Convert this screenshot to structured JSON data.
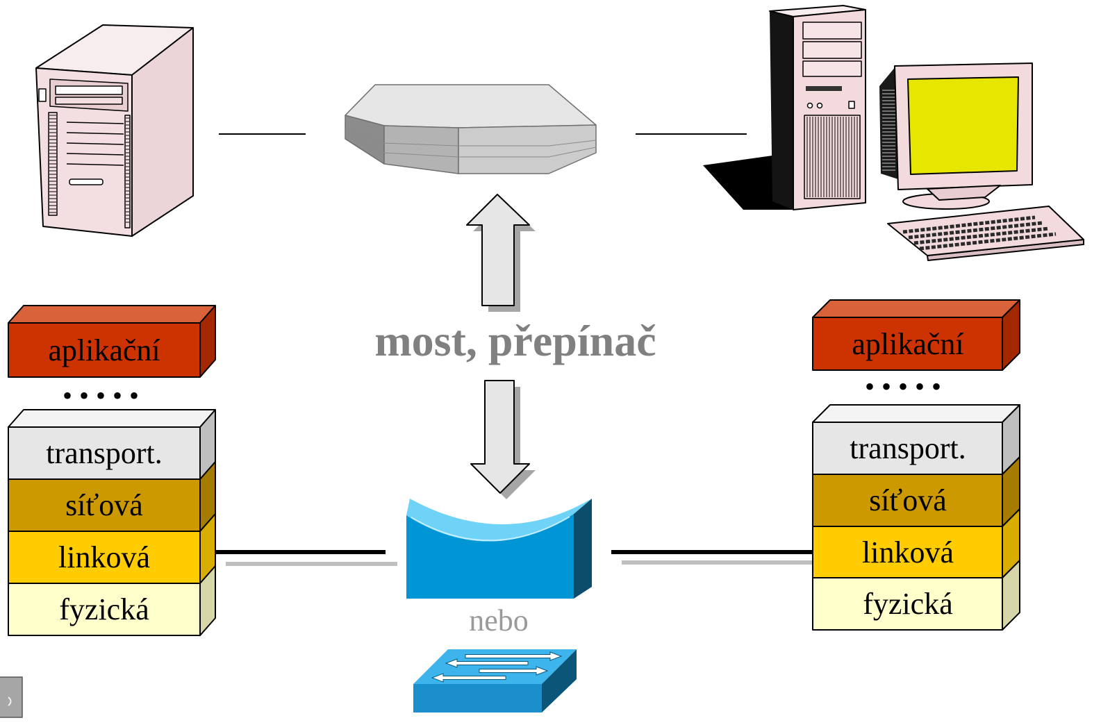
{
  "left_stack": {
    "application": "aplikační",
    "dots": "• • • • •",
    "transport": "transport.",
    "network": "síťová",
    "link": "linková",
    "physical": "fyzická"
  },
  "right_stack": {
    "application": "aplikační",
    "dots": "• • • • •",
    "transport": "transport.",
    "network": "síťová",
    "link": "linková",
    "physical": "fyzická"
  },
  "center": {
    "device_label": "most, přepínač",
    "or_label": "nebo"
  },
  "icons": {
    "server": "server-icon",
    "bridge_device": "bridge-device-icon",
    "workstation": "workstation-icon",
    "bridge_symbol": "bridge-symbol-icon",
    "switch_symbol": "switch-symbol-icon",
    "arrow_up": "arrow-up-icon",
    "arrow_down": "arrow-down-icon"
  },
  "colors": {
    "application": "#CC3300",
    "transport": "#E6E6E6",
    "network": "#CC9900",
    "link": "#FFCC00",
    "physical": "#FFFFCC",
    "label_gray": "#808080",
    "bridge_blue": "#0096D6",
    "screen_yellow": "#E6E600"
  }
}
